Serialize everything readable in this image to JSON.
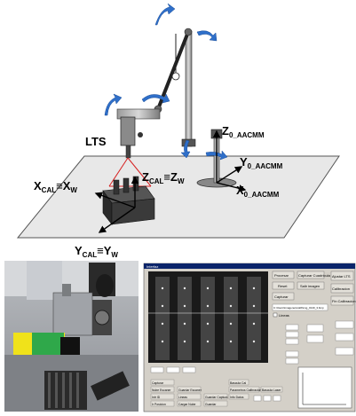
{
  "labels": {
    "lts": "LTS",
    "z_aacmm_main": "Z",
    "z_aacmm_sub": "0_AACMM",
    "y_aacmm_main": "Y",
    "y_aacmm_sub": "0_AACMM",
    "x_aacmm_main": "X",
    "x_aacmm_sub": "0_AACMM",
    "zcal_main": "Z",
    "zcal_sub": "CAL",
    "zcal_eq": "≡Z",
    "zcal_w": "W",
    "xcal_main": "X",
    "xcal_sub": "CAL",
    "xcal_eq": "≡X",
    "xcal_w": "W",
    "ycal_main": "Y",
    "ycal_sub": "CAL",
    "ycal_eq": "≡Y",
    "ycal_w": "W"
  },
  "software_window": {
    "title": "Interfaz",
    "buttons_right": [
      "Procesar",
      "Capturar Cuadricula",
      "Reset",
      "Salir imagen",
      "Capturar"
    ],
    "far_right_buttons": [
      "Ajustar LTS",
      "Calibracion",
      "Fin Calibracion"
    ],
    "bottom_buttons": [
      "Capturar",
      "Nube Escaner",
      "Guardar Escaner",
      "Intr ID",
      "Lineas",
      "Ir Posicion",
      "Cargar Nube",
      "Guardar",
      "Guardar Captura",
      "Bascula Cal",
      "Parametros Calibracion",
      "Bascula Laser",
      "Info Datos"
    ],
    "check_label": "Lineas",
    "path_text": "C:\\Users\\Imagenes\\calib\\img_0140_3.bmp"
  },
  "colors": {
    "rotation_arrow": "#2f6fc9",
    "laser_lines": "#d62020",
    "floor": "#e8e8e8"
  }
}
